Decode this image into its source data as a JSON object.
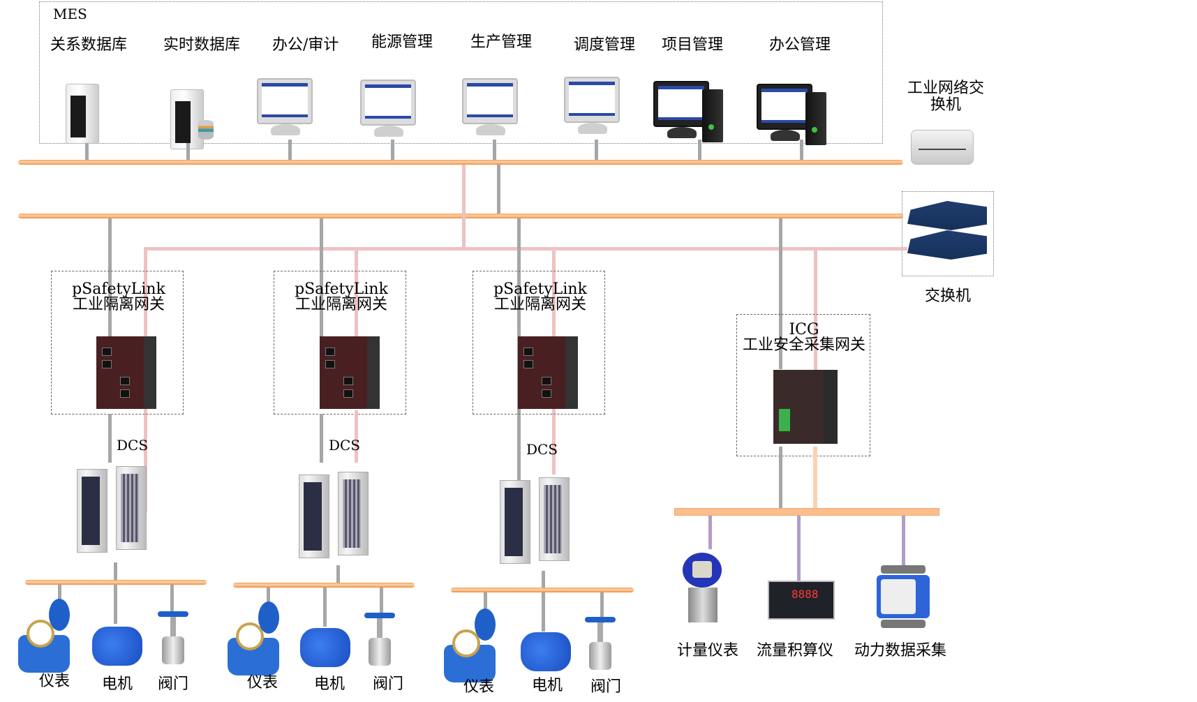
{
  "mes": {
    "title": "MES",
    "systems": [
      {
        "label": "关系数据库",
        "icon": "server-tower-icon"
      },
      {
        "label": "实时数据库",
        "icon": "database-server-icon"
      },
      {
        "label": "办公/审计",
        "icon": "monitor-icon"
      },
      {
        "label": "能源管理",
        "icon": "monitor-icon"
      },
      {
        "label": "生产管理",
        "icon": "monitor-icon"
      },
      {
        "label": "调度管理",
        "icon": "monitor-icon"
      },
      {
        "label": "项目管理",
        "icon": "desktop-pc-icon"
      },
      {
        "label": "办公管理",
        "icon": "desktop-pc-icon"
      }
    ]
  },
  "industrial_switch": {
    "label": "工业网络交\n换机",
    "line1": "工业网络交",
    "line2": "换机"
  },
  "switch_pair": {
    "label": "交换机"
  },
  "gateways": [
    {
      "name": "pSafetyLink",
      "subtitle": "工业隔离网关",
      "dcs_label": "DCS"
    },
    {
      "name": "pSafetyLink",
      "subtitle": "工业隔离网关",
      "dcs_label": "DCS"
    },
    {
      "name": "pSafetyLink",
      "subtitle": "工业隔离网关",
      "dcs_label": "DCS"
    }
  ],
  "field_devices": [
    {
      "meter": "仪表",
      "motor": "电机",
      "valve": "阀门"
    },
    {
      "meter": "仪表",
      "motor": "电机",
      "valve": "阀门"
    },
    {
      "meter": "仪表",
      "motor": "电机",
      "valve": "阀门"
    }
  ],
  "icg": {
    "name": "ICG",
    "subtitle": "工业安全采集网关",
    "devices": [
      {
        "label": "计量仪表"
      },
      {
        "label": "流量积算仪",
        "display_value": "8888"
      },
      {
        "label": "动力数据采集"
      }
    ]
  },
  "colors": {
    "bus": "#f18a3a",
    "gray_link": "#a6a6a6",
    "pink_link": "#efc2c2",
    "purple_link": "#b39ccb",
    "orange_link": "#fcd2b4"
  }
}
